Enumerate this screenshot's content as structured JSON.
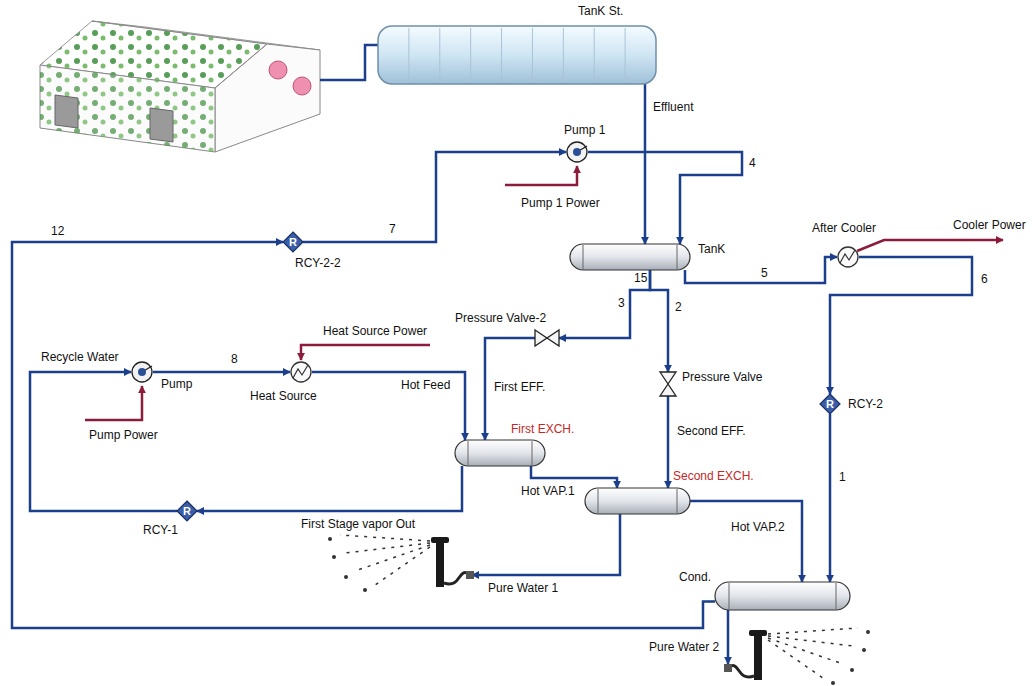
{
  "diagram": {
    "nodes": [
      {
        "text": [
          "TanK St."
        ]
      },
      {
        "text": [
          "Pump 1"
        ]
      },
      {
        "text": [
          "TanK"
        ]
      },
      {
        "text": [
          "After Cooler"
        ]
      },
      {
        "text": [
          "Pressure Valve-2"
        ]
      },
      {
        "text": [
          "Pressure Valve"
        ]
      },
      {
        "text": [
          "First EXCH."
        ]
      },
      {
        "text": [
          "Second EXCH."
        ]
      },
      {
        "text": [
          "Cond."
        ]
      },
      {
        "text": [
          "Pump"
        ]
      },
      {
        "text": [
          "Heat Source"
        ]
      },
      {
        "text": [
          "R",
          "RCY-1"
        ]
      },
      {
        "text": [
          "R",
          "RCY-2"
        ]
      },
      {
        "text": [
          "R",
          "RCY-2-2"
        ]
      }
    ],
    "edges": [
      {
        "from": 0,
        "to": 2,
        "arrow": "to",
        "label": "Effluent"
      },
      {
        "from": 1,
        "to": 2,
        "arrow": "to",
        "label": "4"
      },
      {
        "from": 2,
        "to": 3,
        "arrow": "to",
        "label": "5"
      },
      {
        "from": 3,
        "to": 12,
        "arrow": "to",
        "label": "6"
      },
      {
        "from": 12,
        "to": 8,
        "arrow": "to",
        "label": "1"
      },
      {
        "from": 8,
        "to": 13,
        "arrow": "to",
        "label": "12"
      },
      {
        "from": 13,
        "to": 1,
        "arrow": "to",
        "label": "7"
      },
      {
        "from": 2,
        "to": 4,
        "arrow": "to",
        "label": "3"
      },
      {
        "from": 2,
        "to": 5,
        "arrow": "to",
        "label": "2"
      },
      {
        "from": 4,
        "to": 6,
        "arrow": "to",
        "label": "First EFF."
      },
      {
        "from": 5,
        "to": 7,
        "arrow": "to",
        "label": "Second EFF."
      },
      {
        "from": 6,
        "to": 7,
        "arrow": "to",
        "label": "Hot VAP.1"
      },
      {
        "from": 6,
        "to": 11,
        "arrow": "to",
        "label": "First Stage vapor Out"
      },
      {
        "from": 11,
        "to": 9,
        "arrow": "to",
        "label": "Recycle Water"
      },
      {
        "from": 9,
        "to": 10,
        "arrow": "to",
        "label": "8"
      },
      {
        "from": 10,
        "to": 6,
        "arrow": "to",
        "label": "Hot Feed"
      },
      {
        "from": 7,
        "to": 8,
        "arrow": "to",
        "label": "Hot VAP.2"
      }
    ],
    "labels": [
      "15",
      "Pump 1 Power",
      "Cooler Power",
      "Heat Source Power",
      "Pump Power",
      "Pure Water 1",
      "Pure Water 2"
    ]
  }
}
